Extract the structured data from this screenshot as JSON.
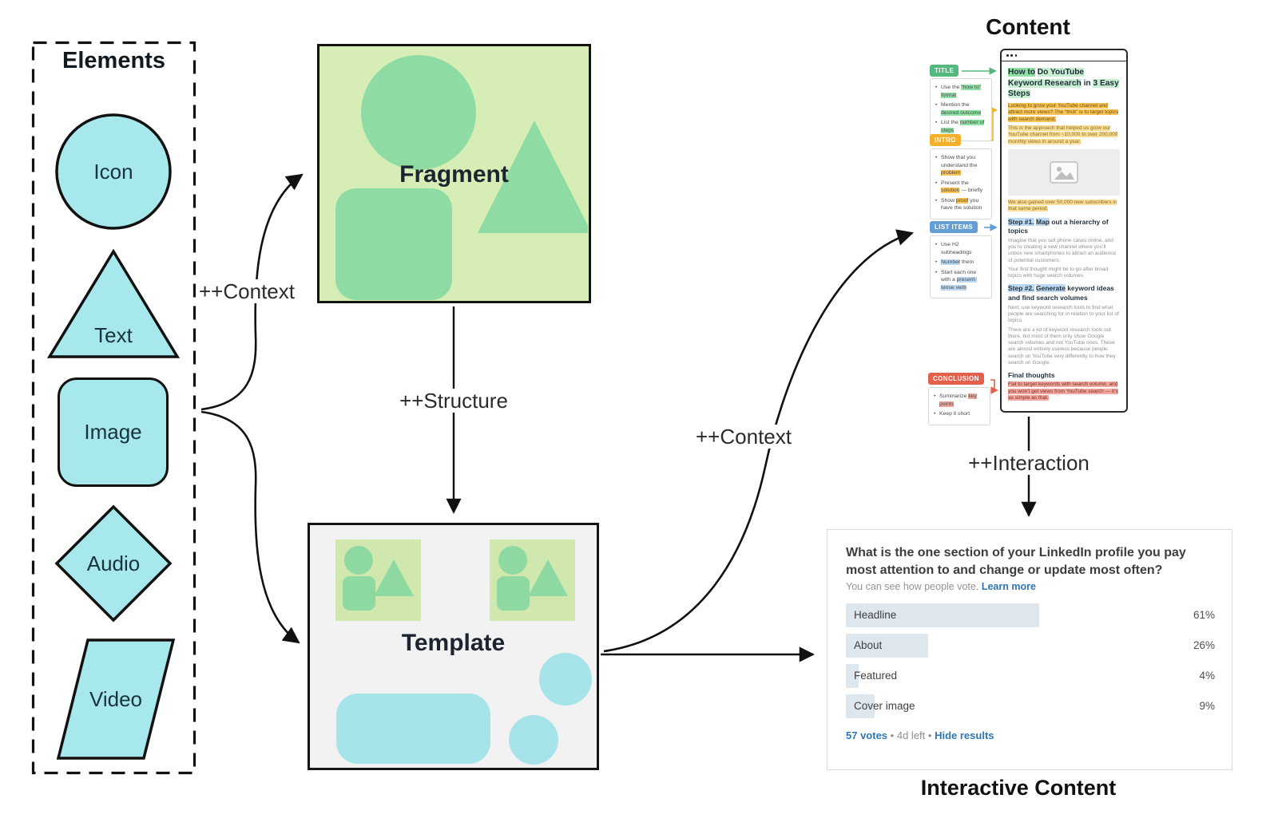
{
  "titles": {
    "content": "Content",
    "interactive": "Interactive Content"
  },
  "elements_panel": {
    "title": "Elements",
    "items": [
      {
        "label": "Icon",
        "shape": "circle"
      },
      {
        "label": "Text",
        "shape": "triangle"
      },
      {
        "label": "Image",
        "shape": "rounded-square"
      },
      {
        "label": "Audio",
        "shape": "diamond"
      },
      {
        "label": "Video",
        "shape": "parallelogram"
      }
    ]
  },
  "fragment": {
    "label": "Fragment"
  },
  "template": {
    "label": "Template"
  },
  "arrows": {
    "context_top": "++Context",
    "structure": "++Structure",
    "context_right": "++Context",
    "interaction": "++Interaction"
  },
  "annotations": [
    {
      "badge": "TITLE",
      "color": "#54b97e",
      "items": [
        [
          {
            "t": "Use the "
          },
          {
            "t": "“how to” format",
            "c": "g"
          }
        ],
        [
          {
            "t": "Mention the "
          },
          {
            "t": "desired outcome",
            "c": "g"
          }
        ],
        [
          {
            "t": "List the "
          },
          {
            "t": "number of steps",
            "c": "g"
          }
        ]
      ]
    },
    {
      "badge": "INTRO",
      "color": "#f6b02c",
      "items": [
        [
          {
            "t": "Show that you understand the "
          },
          {
            "t": "problem",
            "c": "y"
          }
        ],
        [
          {
            "t": "Present the "
          },
          {
            "t": "solution",
            "c": "y"
          },
          {
            "t": " — briefly"
          }
        ],
        [
          {
            "t": "Show "
          },
          {
            "t": "proof",
            "c": "y"
          },
          {
            "t": " you have the solution"
          }
        ]
      ]
    },
    {
      "badge": "LIST ITEMS",
      "color": "#639fd4",
      "items": [
        [
          {
            "t": "Use H2 subheadings"
          }
        ],
        [
          {
            "t": "Number",
            "c": "b"
          },
          {
            "t": " them"
          }
        ],
        [
          {
            "t": "Start each one with a "
          },
          {
            "t": "present-tense verb",
            "c": "b"
          }
        ]
      ]
    },
    {
      "badge": "CONCLUSION",
      "color": "#e2604c",
      "items": [
        [
          {
            "t": "Summarize "
          },
          {
            "t": "key points",
            "c": "r"
          }
        ],
        [
          {
            "t": "Keep it short"
          }
        ]
      ]
    }
  ],
  "article": {
    "title": [
      {
        "t": "How to",
        "c": "g"
      },
      {
        "t": " "
      },
      {
        "t": "Do YouTube Keyword Research",
        "c": "g2"
      },
      {
        "t": " in "
      },
      {
        "t": "3 Easy Steps",
        "c": "g2"
      }
    ],
    "p1": "Looking to grow your YouTube channel and attract more views? The “trick” is to target topics with search demand.",
    "p2": "This is the approach that helped us grow our YouTube channel from ~10,000 to over 200,000 monthly views in around a year.",
    "p3": "We also gained over 50,000 new subscribers in that same period.",
    "h_step1": [
      {
        "t": "Step #1.",
        "c": "b"
      },
      {
        "t": " "
      },
      {
        "t": "Map",
        "c": "b"
      },
      {
        "t": " out a hierarchy of topics"
      }
    ],
    "s1p1": "Imagine that you sell phone cases online, and you’re creating a new channel where you’ll unbox new smartphones to attract an audience of potential customers.",
    "s1p2": "Your first thought might be to go after broad topics with huge search volumes.",
    "h_step2": [
      {
        "t": "Step #2.",
        "c": "b"
      },
      {
        "t": " "
      },
      {
        "t": "Generate",
        "c": "b"
      },
      {
        "t": " keyword ideas and find search volumes"
      }
    ],
    "s2p1": "Next, use keyword research tools to find what people are searching for in relation to your list of topics.",
    "s2p2": "There are a lot of keyword research tools out there, but most of them only show Google search volumes and not YouTube ones. These are almost entirely useless because people search on YouTube very differently to how they search on Google.",
    "h_final": "Final thoughts",
    "pfinal": "Fail to target keywords with search volume, and you won’t get views from YouTube search — it’s as simple as that."
  },
  "poll": {
    "question": "What is the one section of your LinkedIn profile you pay most attention to and change or update most often?",
    "visibility_note": "You can see how people vote.",
    "learn_more": "Learn more",
    "options": [
      {
        "label": "Headline",
        "pct": "61%",
        "value": 61
      },
      {
        "label": "About",
        "pct": "26%",
        "value": 26
      },
      {
        "label": "Featured",
        "pct": "4%",
        "value": 4
      },
      {
        "label": "Cover image",
        "pct": "9%",
        "value": 9
      }
    ],
    "votes": "57 votes",
    "separator": "•",
    "time_left": "4d left",
    "hide_results": "Hide results"
  },
  "colors": {
    "element_fill": "#a7e8ec",
    "fragment_bg": "#d6edb5",
    "fragment_shape": "#8edca4",
    "template_bg": "#f2f2f2",
    "template_shape": "#a7e4ea",
    "mini_fragment_bg": "#d0e8ae",
    "badge_title": "#54b97e",
    "badge_intro": "#f6b02c",
    "badge_list_items": "#639fd4",
    "badge_conclusion": "#e2604c",
    "highlight_green": "#8ee2a4",
    "highlight_green_light": "#c8efd2",
    "highlight_yellow": "#fbc457",
    "highlight_yellow_light": "#fbdf96",
    "highlight_blue": "#bcd8f2",
    "highlight_red": "#f3a89d",
    "link_blue": "#2e77b5",
    "poll_bar": "#dee7ee"
  }
}
